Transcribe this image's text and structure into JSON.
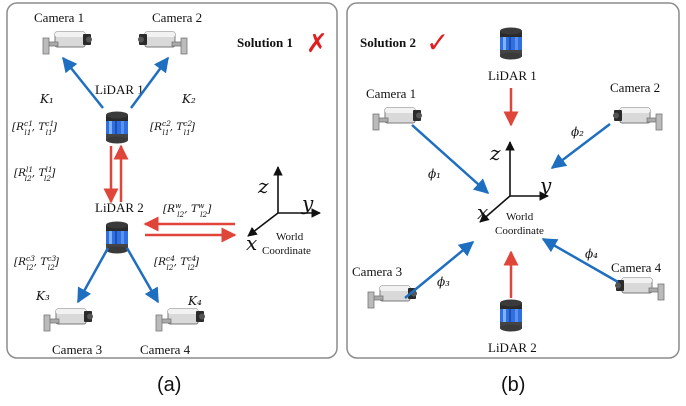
{
  "panel_a": {
    "caption": "(a)",
    "solution_label": "Solution 1",
    "solution_mark": "✗",
    "camera1": "Camera 1",
    "camera2": "Camera 2",
    "camera3": "Camera 3",
    "camera4": "Camera 4",
    "lidar1": "LiDAR 1",
    "lidar2": "LiDAR 2",
    "k1": "K₁",
    "k2": "K₂",
    "k3": "K₃",
    "k4": "K₄",
    "rt_c1_l1": "[R^{c1}_{l1}, T^{c1}_{l1}]",
    "rt_c2_l1": "[R^{c2}_{l1}, T^{c2}_{l1}]",
    "rt_l1_l2": "[R^{l1}_{l2}, T^{l1}_{l2}]",
    "rt_w_l2": "[R^{w}_{l2}, T^{w}_{l2}]",
    "rt_c3_l2": "[R^{c3}_{l2}, T^{c3}_{l2}]",
    "rt_c4_l2": "[R^{c4}_{l2}, T^{c4}_{l2}]",
    "axis_z": "z",
    "axis_y": "y",
    "axis_x": "x",
    "world_line1": "World",
    "world_line2": "Coordinate"
  },
  "panel_b": {
    "caption": "(b)",
    "solution_label": "Solution 2",
    "solution_mark": "✓",
    "camera1": "Camera 1",
    "camera2": "Camera 2",
    "camera3": "Camera 3",
    "camera4": "Camera 4",
    "lidar1": "LiDAR 1",
    "lidar2": "LiDAR 2",
    "phi1": "ϕ₁",
    "phi2": "ϕ₂",
    "phi3": "ϕ₃",
    "phi4": "ϕ₄",
    "axis_z": "z",
    "axis_y": "y",
    "axis_x": "x",
    "world_line1": "World",
    "world_line2": "Coordinate"
  },
  "colors": {
    "blue_arrow": "#1f6fc0",
    "red_arrow": "#e0453a",
    "red_mark": "#e02020",
    "panel_border": "#8c8c8c"
  }
}
